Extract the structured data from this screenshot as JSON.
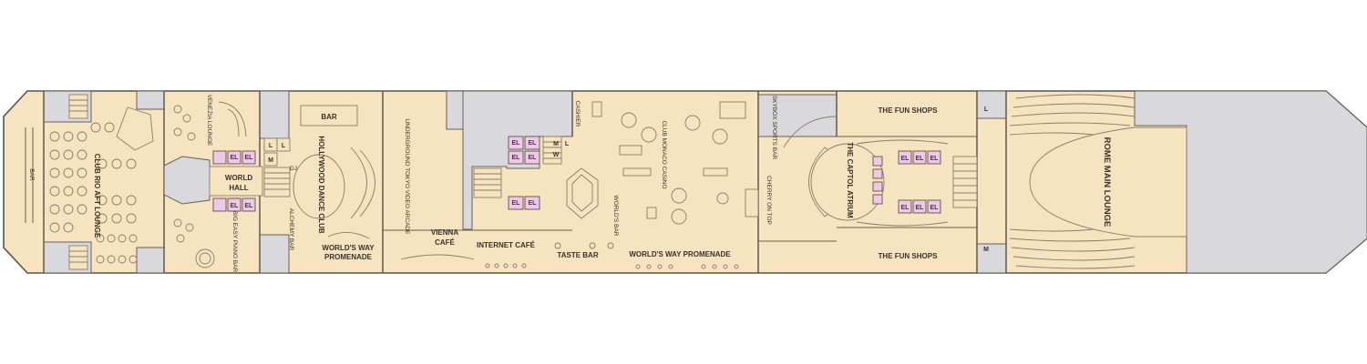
{
  "deck": {
    "venues": {
      "club_rio_aft_lounge": "CLUB RIO AFT LOUNGE",
      "bar_aft": "BAR",
      "venezia_lounge": "VENEZIA LOUNGE",
      "world_hall_line1": "WORLD",
      "world_hall_line2": "HALL",
      "bar_hollywood": "BAR",
      "hollywood_dance_club": "HOLLYWOOD DANCE CLUB",
      "dj": "DJ",
      "alchemy_bar": "ALCHEMY BAR",
      "big_easy_piano_bar": "THE BIG EASY PIANO BAR",
      "worlds_way_promenade_aft_line1": "WORLD'S WAY",
      "worlds_way_promenade_aft_line2": "PROMENADE",
      "underground_tokyo": "UNDERGROUND TOKYO VIDEO ARCADE",
      "vienna_cafe_line1": "VIENNA",
      "vienna_cafe_line2": "CAFÉ",
      "internet_cafe": "INTERNET CAFÉ",
      "taste_bar": "TASTE BAR",
      "worlds_bar": "WORLD'S BAR",
      "cashier": "CASHIER",
      "club_monaco_casino": "CLUB MONACO CASINO",
      "worlds_way_promenade_fwd": "WORLD'S WAY PROMENADE",
      "sports_bar": "SKYBOX SPORTS BAR",
      "cherry_on_top": "CHERRY ON TOP",
      "capitol_atrium": "THE CAPTOL ATRIUM",
      "fun_shops_top": "THE FUN SHOPS",
      "fun_shops_bottom": "THE FUN SHOPS",
      "rome_main_lounge": "ROME MAIN LOUNGE"
    },
    "tags": {
      "elevator": "EL",
      "lavatory": "L",
      "men": "M",
      "women": "W"
    },
    "colors": {
      "public_space": "#f6e3c0",
      "service_area": "#d9d9dd",
      "elevator": "#efc8e6",
      "walls": "#6b6052"
    }
  }
}
